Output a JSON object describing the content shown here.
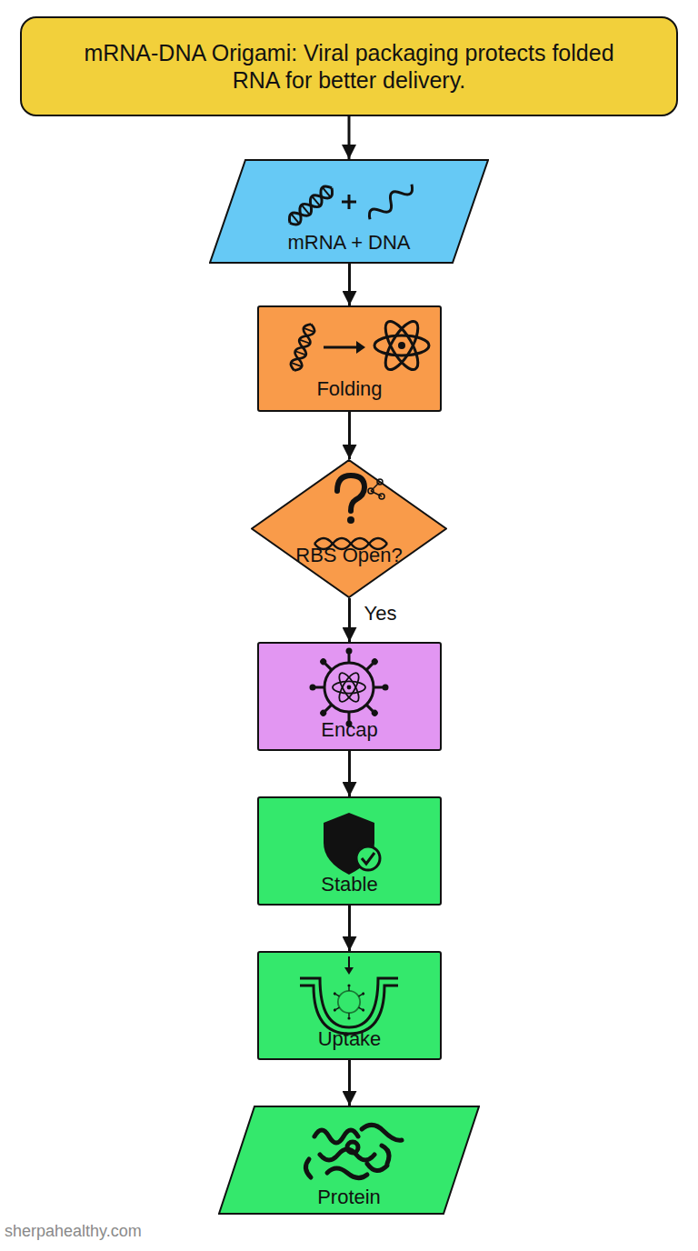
{
  "diagram": {
    "nodes": [
      {
        "text": [
          "mRNA-DNA Origami: Viral packaging protects folded RNA for better delivery."
        ]
      },
      {
        "text": [
          "mRNA + DNA"
        ]
      },
      {
        "text": [
          "Folding"
        ]
      },
      {
        "text": [
          "RBS Open?"
        ]
      },
      {
        "text": [
          "Encap"
        ]
      },
      {
        "text": [
          "Stable"
        ]
      },
      {
        "text": [
          "Uptake"
        ]
      },
      {
        "text": [
          "Protein"
        ]
      }
    ],
    "edges": [
      {
        "from": 0,
        "to": 1,
        "arrow": "to"
      },
      {
        "from": 1,
        "to": 2,
        "arrow": "to"
      },
      {
        "from": 2,
        "to": 3,
        "arrow": "to"
      },
      {
        "from": 3,
        "to": 4,
        "label": "Yes",
        "arrow": "to"
      },
      {
        "from": 4,
        "to": 5,
        "arrow": "to"
      },
      {
        "from": 5,
        "to": 6,
        "arrow": "to"
      },
      {
        "from": 6,
        "to": 7,
        "arrow": "to"
      }
    ],
    "labels": [
      "sherpahealthy.com"
    ]
  }
}
